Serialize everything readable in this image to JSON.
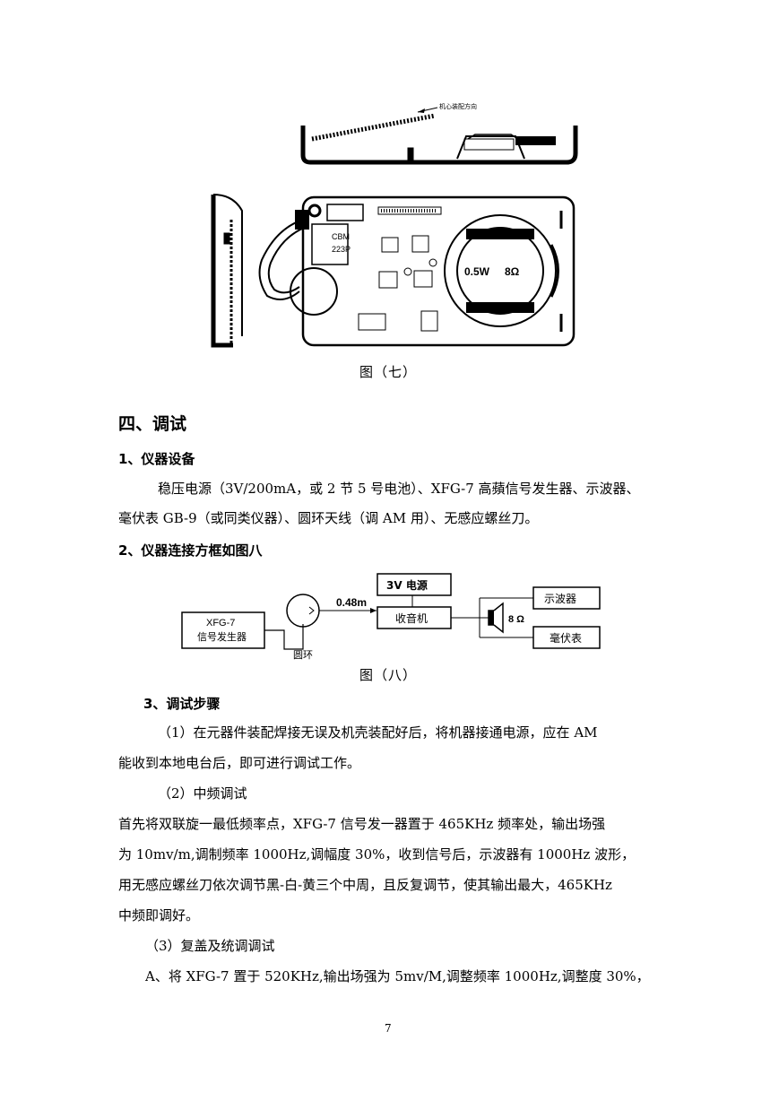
{
  "figure7": {
    "direction_label": "机心装配方向",
    "cbm_line1": "CBM",
    "cbm_line2": "223P",
    "speaker_power": "0.5W",
    "speaker_impedance": "8Ω",
    "caption": "图（七）"
  },
  "section4": {
    "title": "四、调试",
    "sub1": {
      "title": "1、仪器设备",
      "line1": "稳压电源（3V/200mA，或 2 节 5 号电池）、XFG-7 高蘋信号发生器、示波器、",
      "line2": "毫伏表 GB-9（或同类仪器）、圆环天线（调 AM 用）、无感应螺丝刀。"
    },
    "sub2": {
      "title": "2、仪器连接方框如图八"
    }
  },
  "figure8": {
    "generator_line1": "XFG-7",
    "generator_line2": "信号发生器",
    "loop_label": "圆环",
    "distance_label": "0.48m",
    "power_label": "3V 电源",
    "radio_label": "收音机",
    "speaker_label": "8 Ω",
    "oscilloscope_label": "示波器",
    "millivoltmeter_label": "毫伏表",
    "caption": "图（八）"
  },
  "sub3": {
    "title": "3、调试步骤",
    "step1_line1": "（1）在元器件装配焊接无误及机壳装配好后，将机器接通电源，应在 AM",
    "step1_line2": "能收到本地电台后，即可进行调试工作。",
    "step2_title": "（2）中频调试",
    "step2_line1": "首先将双联旋一最低频率点，XFG-7 信号发一器置于 465KHz 频率处，输出场强",
    "step2_line2": "为 10mv/m,调制频率 1000Hz,调幅度 30%，收到信号后，示波器有 1000Hz 波形，",
    "step2_line3": "用无感应螺丝刀依次调节黑-白-黄三个中周，且反复调节，使其输出最大，465KHz",
    "step2_line4": "中频即调好。",
    "step3_title": "（3）复盖及统调调试",
    "step3_line1": "A、将 XFG-7 置于 520KHz,输出场强为 5mv/M,调整频率 1000Hz,调整度 30%，"
  },
  "page_number": "7"
}
